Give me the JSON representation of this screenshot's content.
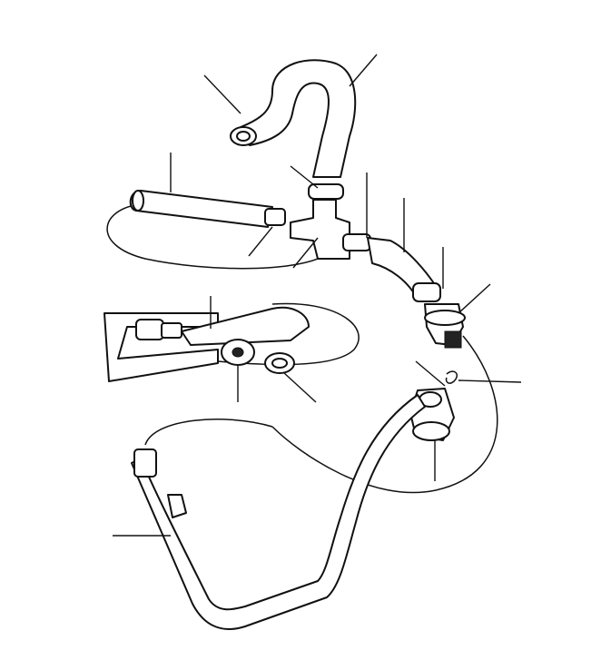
{
  "diagram": {
    "kind": "exploded-parts-drawing",
    "line_color": "#111111",
    "background": "#ffffff",
    "callout_leaders": [
      "leader-upper-hose",
      "leader-top-clip",
      "leader-mid-clip",
      "leader-long-hose",
      "leader-left-clip",
      "leader-tee-piece",
      "leader-right-clip",
      "leader-short-hose",
      "leader-lower-clip",
      "leader-valve-elbow",
      "leader-bleed-screw",
      "leader-outlet-elbow",
      "leader-pipe-assembly",
      "leader-valve",
      "leader-valve-body",
      "leader-valve-clip",
      "leader-lower-hose-clip"
    ]
  }
}
